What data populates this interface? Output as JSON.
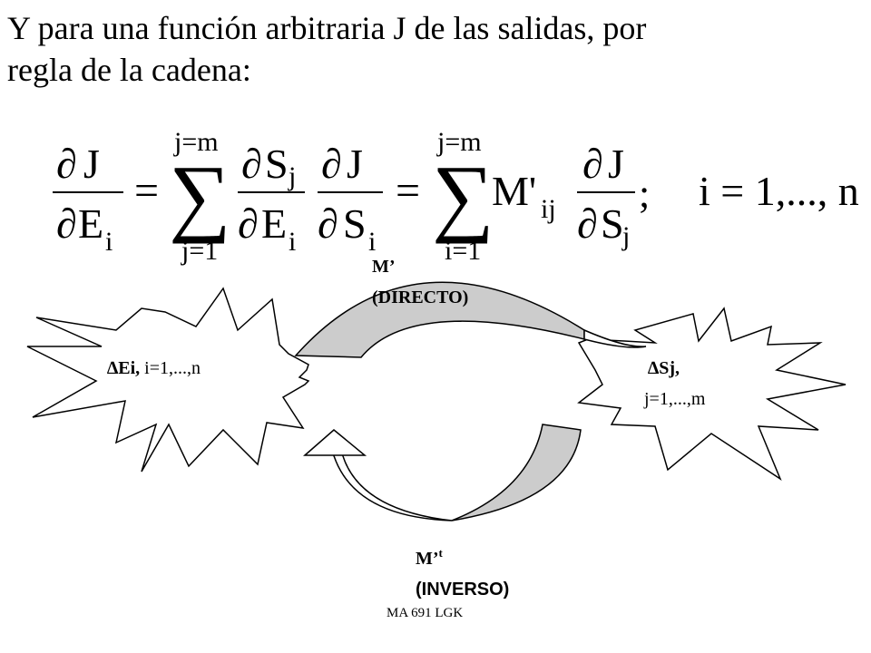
{
  "slide": {
    "title_line1": "Y para una función arbitraria J de las salidas, por",
    "title_line2": "regla de la cadena:",
    "footer": "MA 691 LGK"
  },
  "equation": {
    "partial": "∂",
    "J": "J",
    "E": "E",
    "S": "S",
    "i": "i",
    "j": "j",
    "equals": "=",
    "sum": "∑",
    "sum_upper": "j=m",
    "sum_lower_1": "j=1",
    "sum_lower_2": "i=1",
    "M": "M'",
    "ij": "ij",
    "semicolon": ";",
    "range": "i = 1,..., n"
  },
  "diagram": {
    "left_burst_bold": "∆Ei,",
    "left_burst_rest": " i=1,...,n",
    "right_burst_bold": "∆Sj,",
    "right_burst_line2": "j=1,...,m",
    "direct_label_1": "M’",
    "direct_label_2": "(DIRECTO)",
    "inverse_label_1": "M’",
    "inverse_label_sup": "t",
    "inverse_label_2": "(INVERSO)",
    "arrow_fill": "#cccccc"
  }
}
